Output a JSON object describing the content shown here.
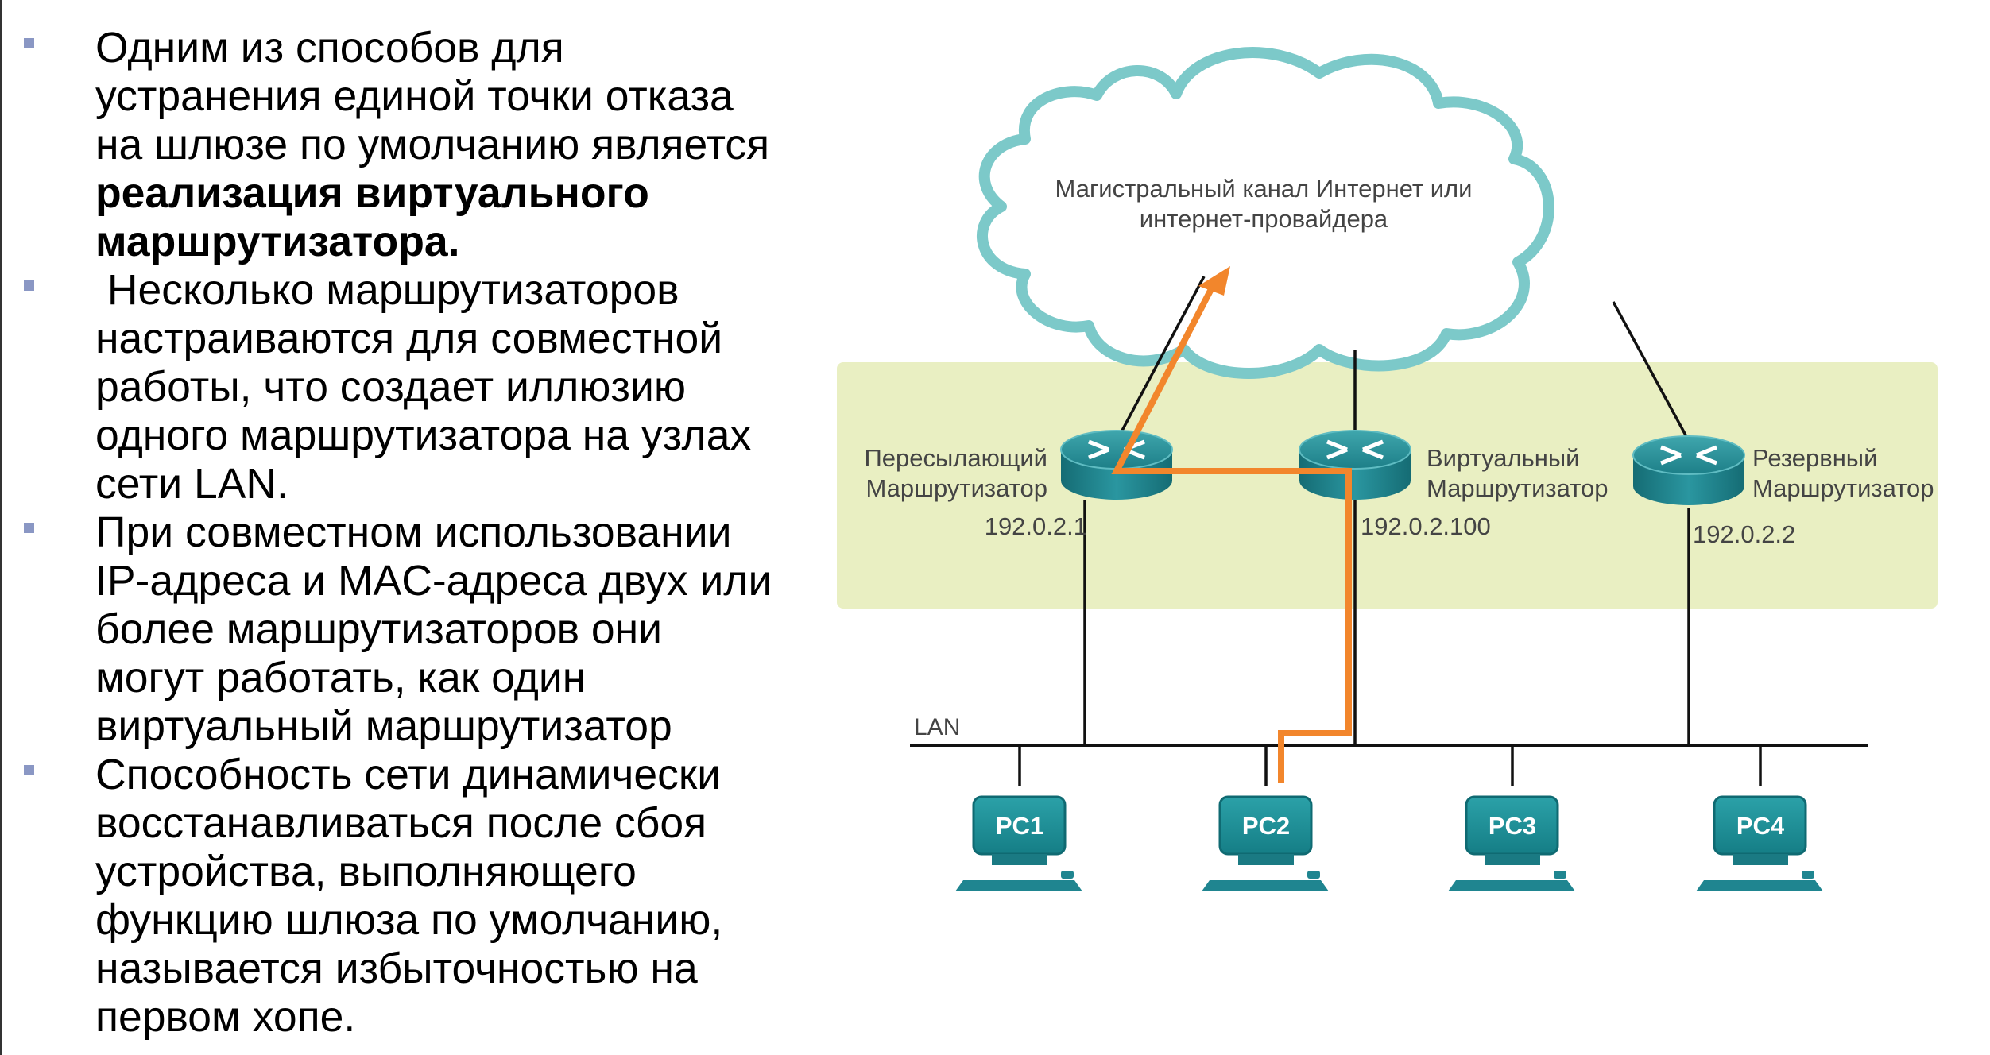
{
  "bullets": [
    {
      "lines": [
        {
          "text": "Одним из способов для",
          "bold": false
        },
        {
          "text": "устранения единой точки отказа",
          "bold": false
        },
        {
          "text": "на шлюзе по умолчанию является",
          "bold": false
        },
        {
          "text": "реализация виртуального",
          "bold": true
        },
        {
          "text": "маршрутизатора.",
          "bold": true
        }
      ]
    },
    {
      "lines": [
        {
          "text": " Несколько маршрутизаторов",
          "bold": false
        },
        {
          "text": "настраиваются для совместной",
          "bold": false
        },
        {
          "text": "работы, что создает иллюзию",
          "bold": false
        },
        {
          "text": "одного маршрутизатора на узлах",
          "bold": false
        },
        {
          "text": "сети LAN.",
          "bold": false
        }
      ]
    },
    {
      "lines": [
        {
          "text": "При совместном использовании",
          "bold": false
        },
        {
          "text": "IP-адреса и MAC-адреса двух или",
          "bold": false
        },
        {
          "text": "более маршрутизаторов они",
          "bold": false
        },
        {
          "text": "могут работать, как один",
          "bold": false
        },
        {
          "text": "виртуальный маршрутизатор",
          "bold": false
        }
      ]
    },
    {
      "lines": [
        {
          "text": "Способность сети динамически",
          "bold": false
        },
        {
          "text": "восстанавливаться после сбоя",
          "bold": false
        },
        {
          "text": "устройства, выполняющего",
          "bold": false
        },
        {
          "text": "функцию шлюза по умолчанию,",
          "bold": false
        },
        {
          "text": "называется избыточностью на",
          "bold": false
        },
        {
          "text": "первом хопе.",
          "bold": false
        }
      ]
    }
  ],
  "diagram": {
    "cloud_label_line1": "Магистральный канал Интернет или",
    "cloud_label_line2": "интернет-провайдера",
    "lan_label": "LAN",
    "routers": [
      {
        "name_line1": "Пересылающий",
        "name_line2": "Маршрутизатор",
        "ip": "192.0.2.1"
      },
      {
        "name_line1": "Виртуальный",
        "name_line2": "Маршрутизатор",
        "ip": "192.0.2.100"
      },
      {
        "name_line1": "Резервный",
        "name_line2": "Маршрутизатор",
        "ip": "192.0.2.2"
      }
    ],
    "pcs": [
      "PC1",
      "PC2",
      "PC3",
      "PC4"
    ]
  },
  "colors": {
    "highlight_band": "#e9efc2",
    "path": "#f2862c",
    "device": "#1f8590",
    "cloud_outline": "#7cc9c9",
    "bullet_marker": "#8a97c4"
  }
}
